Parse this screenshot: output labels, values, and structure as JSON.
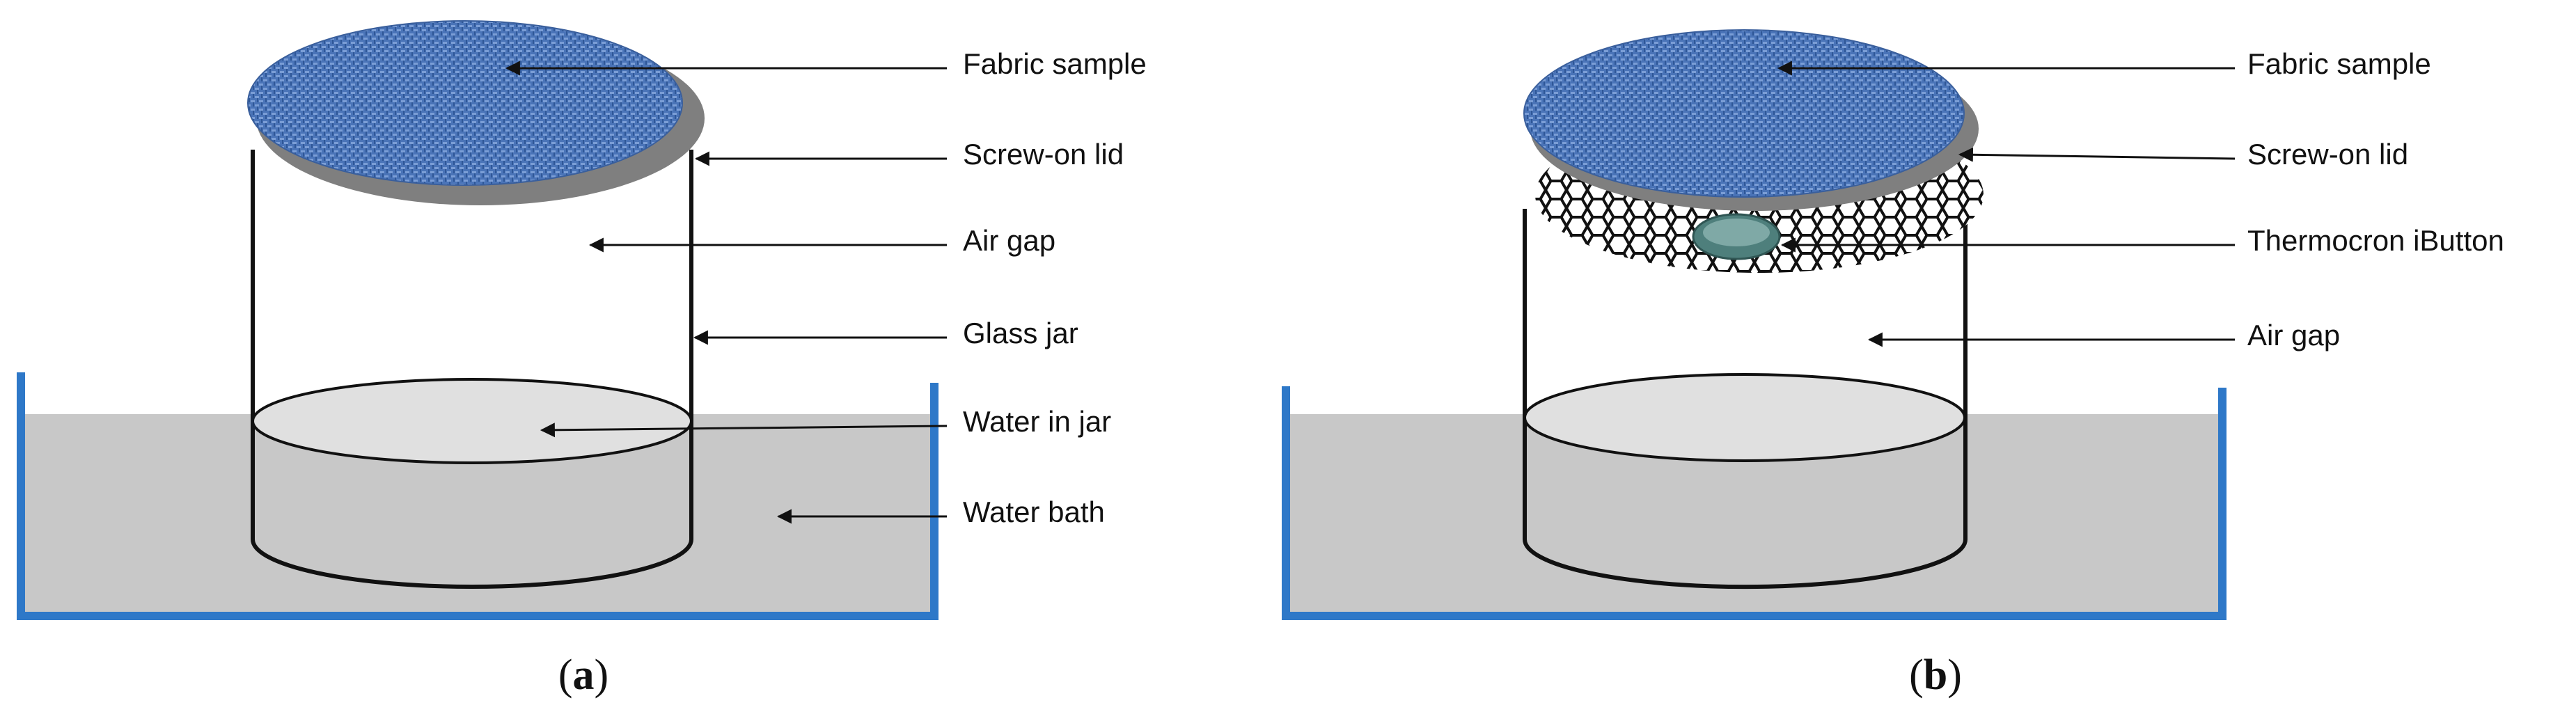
{
  "panel_a": {
    "caption": {
      "open": "(",
      "letter": "a",
      "close": ")"
    },
    "labels": {
      "fabric": "Fabric sample",
      "lid": "Screw-on lid",
      "air_gap": "Air gap",
      "jar": "Glass jar",
      "water_jar": "Water in jar",
      "water_bath": "Water bath"
    }
  },
  "panel_b": {
    "caption": {
      "open": "(",
      "letter": "b",
      "close": ")"
    },
    "labels": {
      "fabric": "Fabric sample",
      "lid": "Screw-on lid",
      "ibutton": "Thermocron iButton",
      "air_gap": "Air gap"
    }
  },
  "colors": {
    "fabric_blue": "#4a74b8",
    "lid_grey": "#7f7f7f",
    "bath_grey": "#c8c8c8",
    "water_surface": "#e0e0e0",
    "tank_blue": "#2e78c8",
    "ibutton": "#4e7f7c"
  }
}
